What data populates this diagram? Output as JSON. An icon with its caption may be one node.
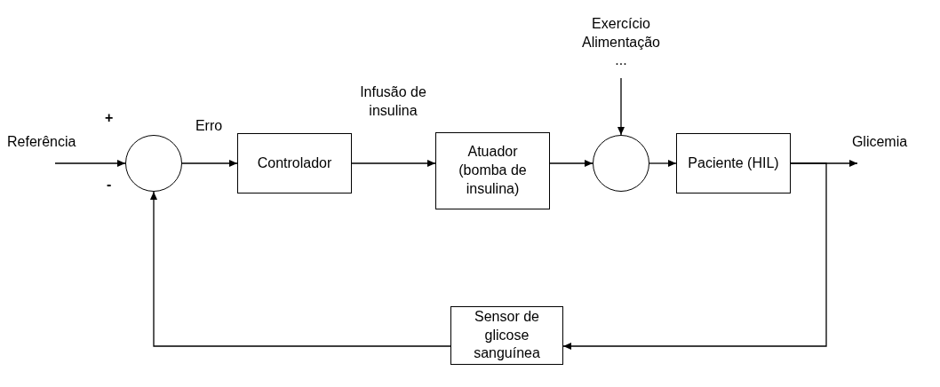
{
  "diagram": {
    "nodes": [
      {
        "text": [],
        "shape": "circle"
      },
      {
        "text": [
          "Controlador"
        ]
      },
      {
        "text": [
          "Atuador (bomba de insulina)"
        ]
      },
      {
        "text": [],
        "shape": "circle"
      },
      {
        "text": [
          "Paciente (HIL)"
        ]
      },
      {
        "text": [
          "Sensor de glicose sanguínea"
        ]
      },
      {
        "text": [
          "Exercício Alimentação ..."
        ]
      }
    ],
    "edges": [
      {
        "from": null,
        "to": 0,
        "arrow": "to"
      },
      {
        "from": 0,
        "to": 1,
        "arrow": "to",
        "label": "Erro"
      },
      {
        "from": 1,
        "to": 2,
        "arrow": "to",
        "label": "Infusão de insulina"
      },
      {
        "from": 2,
        "to": 3,
        "arrow": "to"
      },
      {
        "from": 6,
        "to": 3,
        "arrow": "to"
      },
      {
        "from": 3,
        "to": 4,
        "arrow": "to"
      },
      {
        "from": 4,
        "to": null,
        "arrow": "to",
        "label": "Glicemia"
      },
      {
        "from": 4,
        "to": 5,
        "arrow": "to"
      },
      {
        "from": 5,
        "to": 0,
        "arrow": "to"
      }
    ],
    "labels": [
      "Referência",
      "+",
      "-"
    ]
  }
}
